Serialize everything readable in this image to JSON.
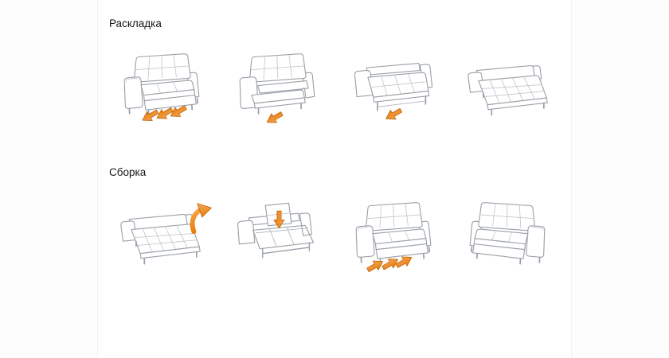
{
  "sections": {
    "unfold": {
      "title": "Раскладка",
      "steps": [
        {
          "name": "sofa-assembled-pull-seat-out",
          "icon": "sofa-with-pull-arrows-icon"
        },
        {
          "name": "seat-extended-forward",
          "icon": "sofa-seat-extended-arrow-icon"
        },
        {
          "name": "bed-half-unfolded",
          "icon": "bed-half-unfolded-arrow-icon"
        },
        {
          "name": "bed-fully-unfolded",
          "icon": "bed-unfolded-icon"
        }
      ]
    },
    "fold": {
      "title": "Сборка",
      "steps": [
        {
          "name": "bed-lift-far-edge",
          "icon": "bed-lift-curved-arrow-icon"
        },
        {
          "name": "frame-fold-down",
          "icon": "frame-fold-down-arrow-icon"
        },
        {
          "name": "sofa-push-seat-in",
          "icon": "sofa-with-push-arrows-icon"
        },
        {
          "name": "sofa-assembled-final",
          "icon": "sofa-assembled-icon"
        }
      ]
    }
  },
  "colors": {
    "arrow_light": "#f6a54c",
    "arrow_dark": "#e87d15",
    "arrow_outline": "#c2690e",
    "line": "#9aa0a8",
    "line_light": "#c3c8cc"
  }
}
